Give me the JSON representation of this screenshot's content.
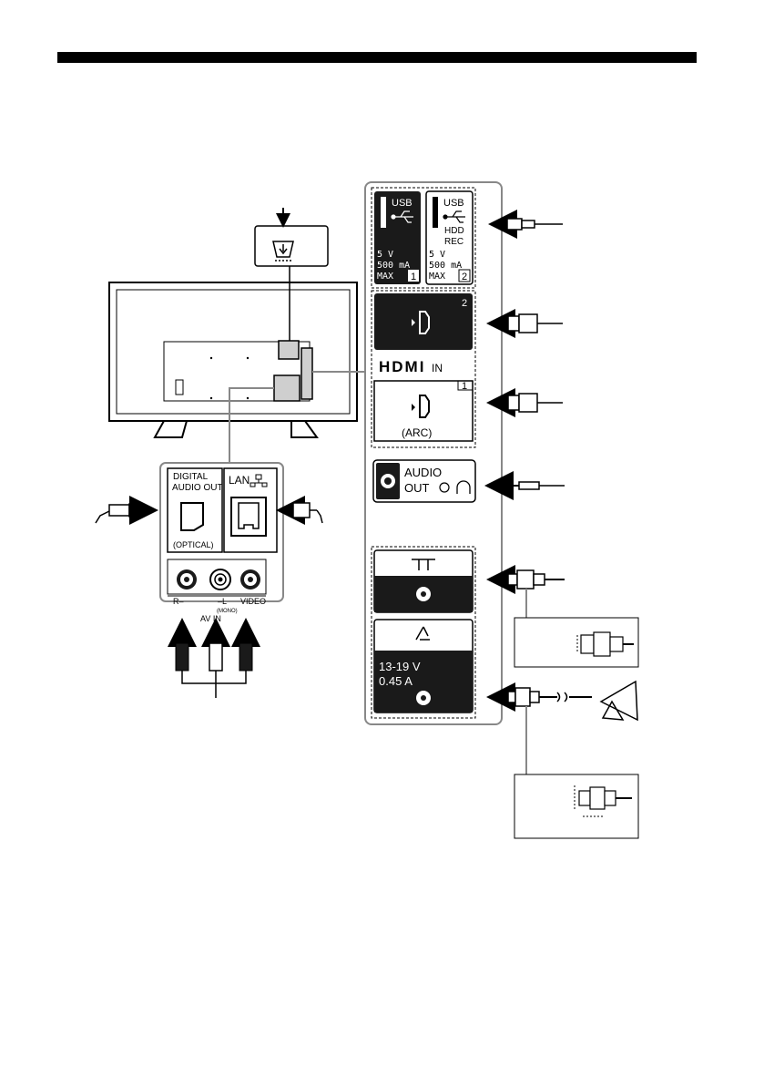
{
  "usb_ports": [
    {
      "label": "USB",
      "extra1": "",
      "extra2": "",
      "voltage": "5 V",
      "current": "500 mA",
      "max": "MAX",
      "number": "1"
    },
    {
      "label": "USB",
      "extra1": "HDD",
      "extra2": "REC",
      "voltage": "5 V",
      "current": "500 mA",
      "max": "MAX",
      "number": "2"
    }
  ],
  "hdmi": {
    "logo": "HDMI",
    "in_label": "IN",
    "port2_number": "2",
    "port1_number": "1",
    "arc_label": "(ARC)"
  },
  "audio_out": {
    "line1": "AUDIO",
    "line2": "OUT"
  },
  "satellite": {
    "voltage": "13-19 V",
    "current": "0.45 A"
  },
  "side_panel": {
    "digital_line1": "DIGITAL",
    "digital_line2": "AUDIO OUT",
    "optical": "(OPTICAL)",
    "lan": "LAN",
    "r_label": "R–",
    "l_label": "–L",
    "mono": "(MONO)",
    "video": "VIDEO",
    "av_in": "AV IN"
  },
  "colors": {
    "ink": "#000000",
    "panel_border": "#888888",
    "fill_dark": "#1a1a1a",
    "fill_grey": "#cfcfcf"
  }
}
